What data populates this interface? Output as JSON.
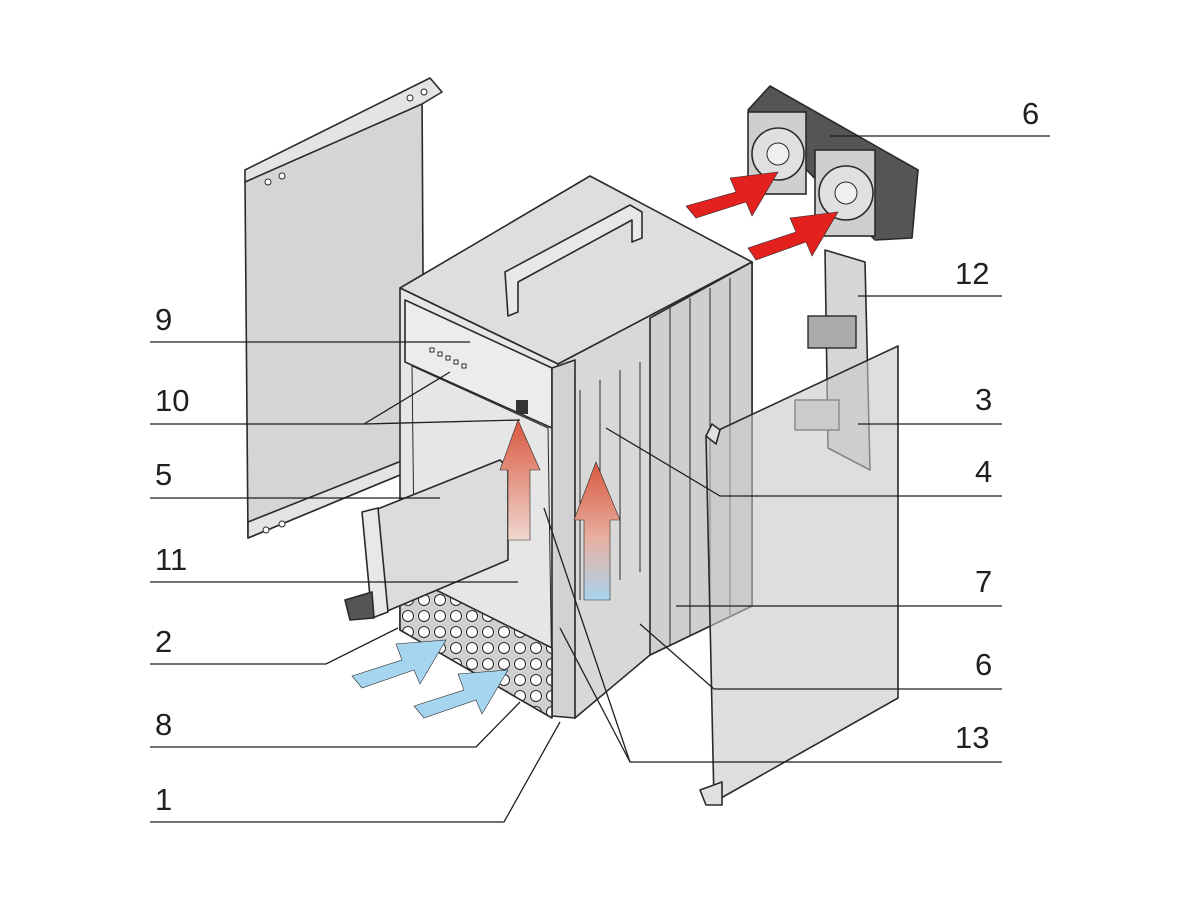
{
  "callouts": {
    "c6_top": "6",
    "c12": "12",
    "c3": "3",
    "c4": "4",
    "c7": "7",
    "c6_bottom": "6",
    "c13": "13",
    "c9": "9",
    "c10": "10",
    "c5": "5",
    "c11": "11",
    "c2": "2",
    "c8": "8",
    "c1": "1"
  },
  "colors": {
    "exhaust_arrow": "#e3211e",
    "intake_arrow": "#a6d5f0",
    "internal_flow_top": "#d9573f",
    "internal_flow_bottom": "#a9d4ef",
    "panel_gray": "#d2d2d2",
    "chassis_gray": "#dedede",
    "line": "#1f1f1f"
  }
}
